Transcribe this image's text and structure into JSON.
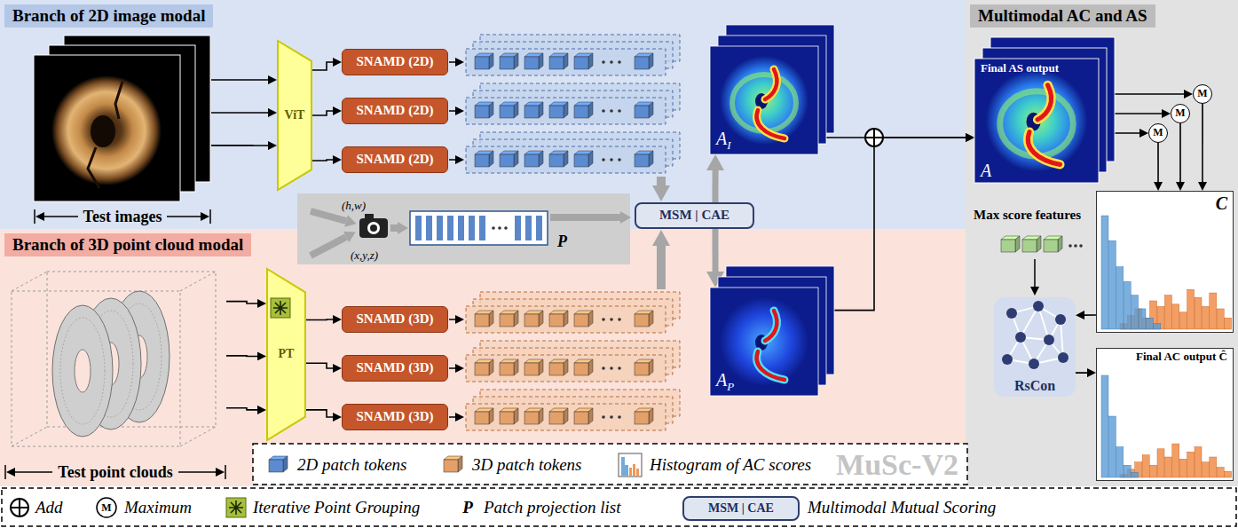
{
  "diagram": {
    "nodes": [
      {
        "text": [
          "Branch of 2D image modal"
        ]
      },
      {
        "text": [
          "Branch of 3D point cloud modal"
        ]
      },
      {
        "text": [
          "Multimodal AC and AS"
        ]
      },
      {
        "text": [
          "Test images"
        ],
        "in": 0
      },
      {
        "text": [
          "ViT"
        ],
        "in": 0
      },
      {
        "text": [
          "SNAMD (2D)"
        ],
        "in": 0
      },
      {
        "text": [
          "SNAMD (2D)"
        ],
        "in": 0
      },
      {
        "text": [
          "SNAMD (2D)"
        ],
        "in": 0
      },
      {
        "text": [
          "AI"
        ],
        "in": 0
      },
      {
        "text": [
          "Test point clouds"
        ],
        "in": 1
      },
      {
        "text": [
          "PT"
        ],
        "in": 1
      },
      {
        "text": [
          "SNAMD (3D)"
        ],
        "in": 1
      },
      {
        "text": [
          "SNAMD (3D)"
        ],
        "in": 1
      },
      {
        "text": [
          "SNAMD (3D)"
        ],
        "in": 1
      },
      {
        "text": [
          "AP"
        ],
        "in": 1
      },
      {
        "text": [
          "MSM | CAE"
        ]
      },
      {
        "text": [
          "Final AS output",
          "A"
        ],
        "in": 2
      },
      {
        "text": [
          "M"
        ],
        "in": 2
      },
      {
        "text": [
          "M"
        ],
        "in": 2
      },
      {
        "text": [
          "M"
        ],
        "in": 2
      },
      {
        "text": [
          "C"
        ],
        "in": 2
      },
      {
        "text": [
          "RsCon"
        ],
        "in": 2
      },
      {
        "text": [
          "Final AC output Ĉ"
        ],
        "in": 2
      }
    ],
    "edges": [
      {
        "from": 3,
        "to": 4,
        "arrow": "to"
      },
      {
        "from": 3,
        "to": 4,
        "arrow": "to"
      },
      {
        "from": 3,
        "to": 4,
        "arrow": "to"
      },
      {
        "from": 4,
        "to": 5,
        "arrow": "to"
      },
      {
        "from": 4,
        "to": 6,
        "arrow": "to"
      },
      {
        "from": 4,
        "to": 7,
        "arrow": "to"
      },
      {
        "from": 9,
        "to": 10,
        "arrow": "to"
      },
      {
        "from": 9,
        "to": 10,
        "arrow": "to"
      },
      {
        "from": 9,
        "to": 10,
        "arrow": "to"
      },
      {
        "from": 10,
        "to": 11,
        "arrow": "to"
      },
      {
        "from": 10,
        "to": 12,
        "arrow": "to"
      },
      {
        "from": 10,
        "to": 13,
        "arrow": "to"
      },
      {
        "from": 15,
        "to": 8,
        "arrow": "to"
      },
      {
        "from": 15,
        "to": 14,
        "arrow": "to"
      },
      {
        "from": 8,
        "to": 16,
        "arrow": "to"
      },
      {
        "from": 14,
        "to": 16,
        "arrow": "to"
      },
      {
        "from": 16,
        "to": 17,
        "arrow": "to"
      },
      {
        "from": 16,
        "to": 18,
        "arrow": "to"
      },
      {
        "from": 16,
        "to": 19,
        "arrow": "to"
      },
      {
        "from": 17,
        "to": 20,
        "arrow": "to"
      },
      {
        "from": 18,
        "to": 20,
        "arrow": "to"
      },
      {
        "from": 19,
        "to": 20,
        "arrow": "to"
      },
      {
        "from": 20,
        "to": 21,
        "arrow": "to"
      },
      {
        "from": 21,
        "to": 22,
        "arrow": "to"
      }
    ],
    "labels": [
      "(h,w)",
      "(x,y,z)",
      "P",
      "Max score features",
      "MuSc-V2",
      "M",
      "P",
      "MSM | CAE"
    ],
    "legend": [
      {
        "text": "2D patch tokens",
        "color": "#5b8bd0"
      },
      {
        "text": "3D patch tokens",
        "color": "#e3a06a"
      },
      {
        "text": "Histogram of AC scores"
      },
      {
        "text": "Add"
      },
      {
        "text": "Maximum"
      },
      {
        "text": "Iterative Point Grouping"
      },
      {
        "text": "Patch projection list"
      },
      {
        "text": "Multimodal Mutual Scoring"
      }
    ]
  }
}
